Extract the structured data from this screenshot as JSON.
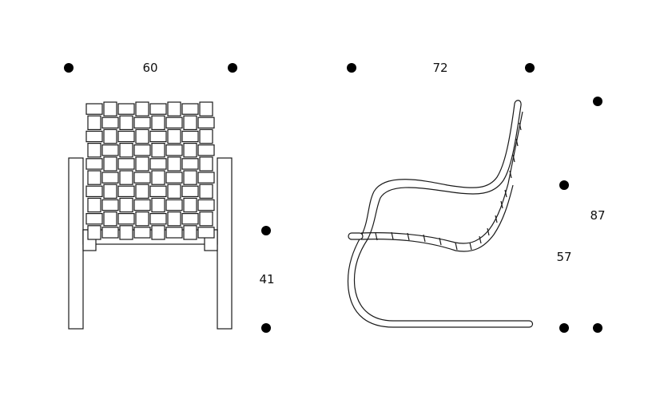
{
  "dimensions": {
    "width_front": "60",
    "depth_side": "72",
    "seat_height": "41",
    "arm_height": "57",
    "total_height": "87"
  },
  "colors": {
    "line": "#1a1a1a",
    "dot": "#000000",
    "background": "#ffffff"
  }
}
